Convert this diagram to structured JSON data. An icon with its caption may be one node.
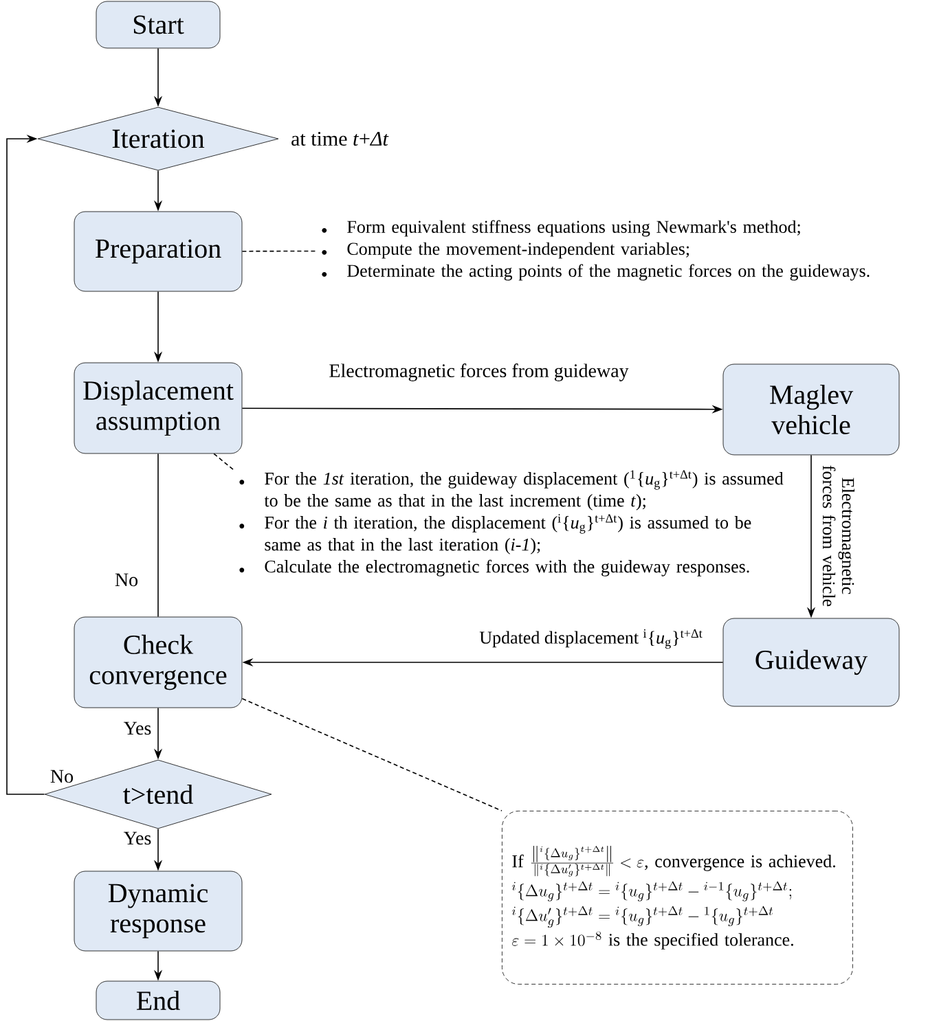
{
  "diagram": {
    "nodes": [
      {
        "text": [
          "Start"
        ]
      },
      {
        "text": [
          "Iteration"
        ],
        "beside": [
          "at time *t*+*Δt*"
        ]
      },
      {
        "text": [
          "Preparation"
        ]
      },
      {
        "text": [
          "Form equivalent stiffness equations using Newmark's method;",
          "Compute the movement-independent variables;",
          "Determinate the acting points of the magnetic forces on the guideways."
        ]
      },
      {
        "text": [
          "Displacement assumption"
        ]
      },
      {
        "text": [
          "Maglev vehicle"
        ]
      },
      {
        "text": [
          "For the *1st* iteration, the guideway displacement ($^{1}${*u*$_{g}$}$^{t+Δt}$) is assumed to be the same as that in the last increment (time *t*);",
          "For the *i* th iteration, the displacement ($^{i}${*u*$_{g}$}$^{t+Δt}$) is assumed to be same as that in the last iteration (*i-1*);",
          "Calculate the electromagnetic forces with the guideway responses."
        ]
      },
      {
        "text": [
          "Guideway"
        ]
      },
      {
        "text": [
          "Check convergence"
        ]
      },
      {
        "text": [
          "t>tend"
        ]
      },
      {
        "text": [
          "Dynamic response"
        ]
      },
      {
        "text": [
          "End"
        ]
      },
      {
        "text": [
          "If",
          "\\frac{\\left\\| {}^{i}\\{\\Delta u_g\\}^{t+\\Delta t}\\right\\|}{\\left\\| {}^{i}\\{\\Delta u'_g\\}^{t+\\Delta t}\\right\\|} < \\varepsilon",
          ", convergence is achieved.",
          "{}^{i}\\{\\Delta u_g\\}^{t+\\Delta t} = {}^{i}\\{u_g\\}^{t+\\Delta t} - {}^{i-1}\\{u_g\\}^{t+\\Delta t};",
          "{}^{i}\\{\\Delta u'_g\\}^{t+\\Delta t} = {}^{i}\\{u_g\\}^{t+\\Delta t} - {}^{1}\\{u_g\\}^{t+\\Delta t}",
          "\\varepsilon = 1\\times 10^{-8}",
          "is the specified tolerance."
        ]
      }
    ],
    "edges": [
      {
        "from": 0,
        "to": 1,
        "arrow": "to"
      },
      {
        "from": 1,
        "to": 2,
        "arrow": "to"
      },
      {
        "from": 2,
        "to": 3,
        "arrow": "none",
        "style": "dashed"
      },
      {
        "from": 2,
        "to": 4,
        "arrow": "to"
      },
      {
        "from": 4,
        "to": 5,
        "arrow": "to",
        "label": "Electromagnetic forces from guideway"
      },
      {
        "from": 4,
        "to": 6,
        "arrow": "none",
        "style": "dashed"
      },
      {
        "from": 5,
        "to": 7,
        "arrow": "to",
        "label": "Electromagnetic forces from vehicle"
      },
      {
        "from": 7,
        "to": 8,
        "arrow": "to",
        "label": "Updated displacement $^{i}${*u*$_{g}$}$^{t+Δt}$"
      },
      {
        "from": 8,
        "to": 4,
        "arrow": "none",
        "label": "No"
      },
      {
        "from": 8,
        "to": 9,
        "arrow": "to",
        "label": "Yes"
      },
      {
        "from": 9,
        "to": 1,
        "arrow": "to",
        "label": "No"
      },
      {
        "from": 9,
        "to": 10,
        "arrow": "to",
        "label": "Yes"
      },
      {
        "from": 10,
        "to": 11,
        "arrow": "to"
      },
      {
        "from": 8,
        "to": 12,
        "arrow": "none",
        "style": "dashed"
      }
    ]
  }
}
